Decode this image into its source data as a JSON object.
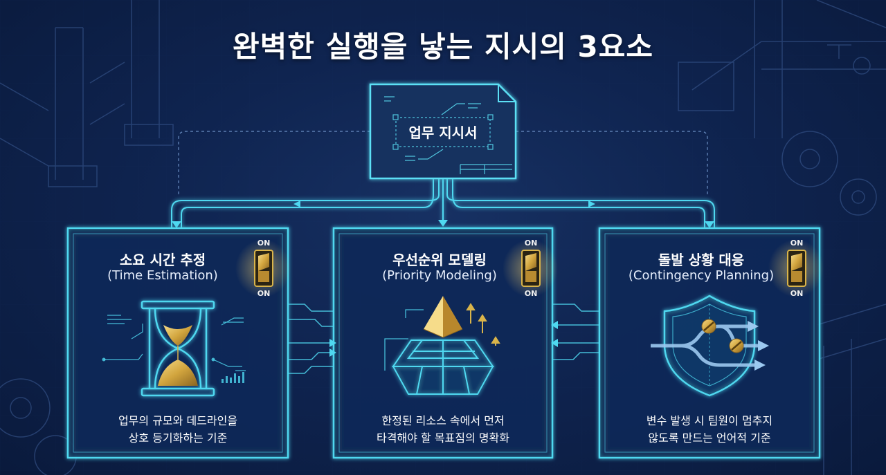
{
  "title": "완벽한 실행을 낳는 지시의 3요소",
  "center_doc": {
    "label": "업무 지시서"
  },
  "cards": [
    {
      "title": "소요 시간 추정",
      "subtitle": "(Time Estimation)",
      "desc_line1": "업무의 규모와 데드라인을",
      "desc_line2": "상호 등기화하는 기준",
      "switch_top": "ON",
      "switch_bottom": "ON",
      "icon": "hourglass-icon"
    },
    {
      "title": "우선순위 모델링",
      "subtitle": "(Priority Modeling)",
      "desc_line1": "한정된 리소스 속에서 먼저",
      "desc_line2": "타격해야 할 목표짐의 명확화",
      "switch_top": "ON",
      "switch_bottom": "ON",
      "icon": "pyramid-icon"
    },
    {
      "title": "돌발 상황 대응",
      "subtitle": "(Contingency Planning)",
      "desc_line1": "변수 발생 시 팀원이 멈추지",
      "desc_line2": "않도록 만드는 언어적 기준",
      "switch_top": "ON",
      "switch_bottom": "ON",
      "icon": "shield-arrows-icon"
    }
  ],
  "colors": {
    "background": "#0f2450",
    "neon": "#4fd8f0",
    "gold": "#d9b44a",
    "text": "#ffffff"
  }
}
